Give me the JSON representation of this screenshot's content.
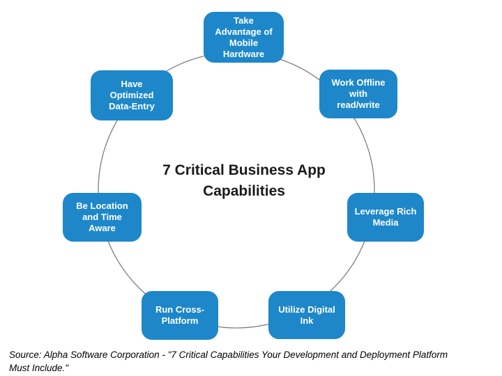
{
  "diagram": {
    "title": "7 Critical Business App\nCapabilities",
    "nodes": [
      {
        "id": "take-advantage-of-mobile-hardware",
        "label": "Take\nAdvantage of\nMobile\nHardware"
      },
      {
        "id": "have-optimized-data-entry",
        "label": "Have\nOptimized\nData-Entry"
      },
      {
        "id": "work-offline-with-read-write",
        "label": "Work Offline\nwith\nread/write"
      },
      {
        "id": "be-location-and-time-aware",
        "label": "Be Location\nand Time\nAware"
      },
      {
        "id": "leverage-rich-media",
        "label": "Leverage Rich\nMedia"
      },
      {
        "id": "run-cross-platform",
        "label": "Run Cross-\nPlatform"
      },
      {
        "id": "utilize-digital-ink",
        "label": "Utilize Digital\nInk"
      }
    ],
    "source": "Source: Alpha Software Corporation - \"7 Critical Capabilities Your Development and Deployment Platform\nMust Include.\"",
    "colors": {
      "node_fill": "#1D87C9",
      "node_text": "#FFFFFF",
      "circle_stroke": "#7F7F7F",
      "title_text": "#1A1A1A",
      "background": "#FFFFFF"
    }
  }
}
